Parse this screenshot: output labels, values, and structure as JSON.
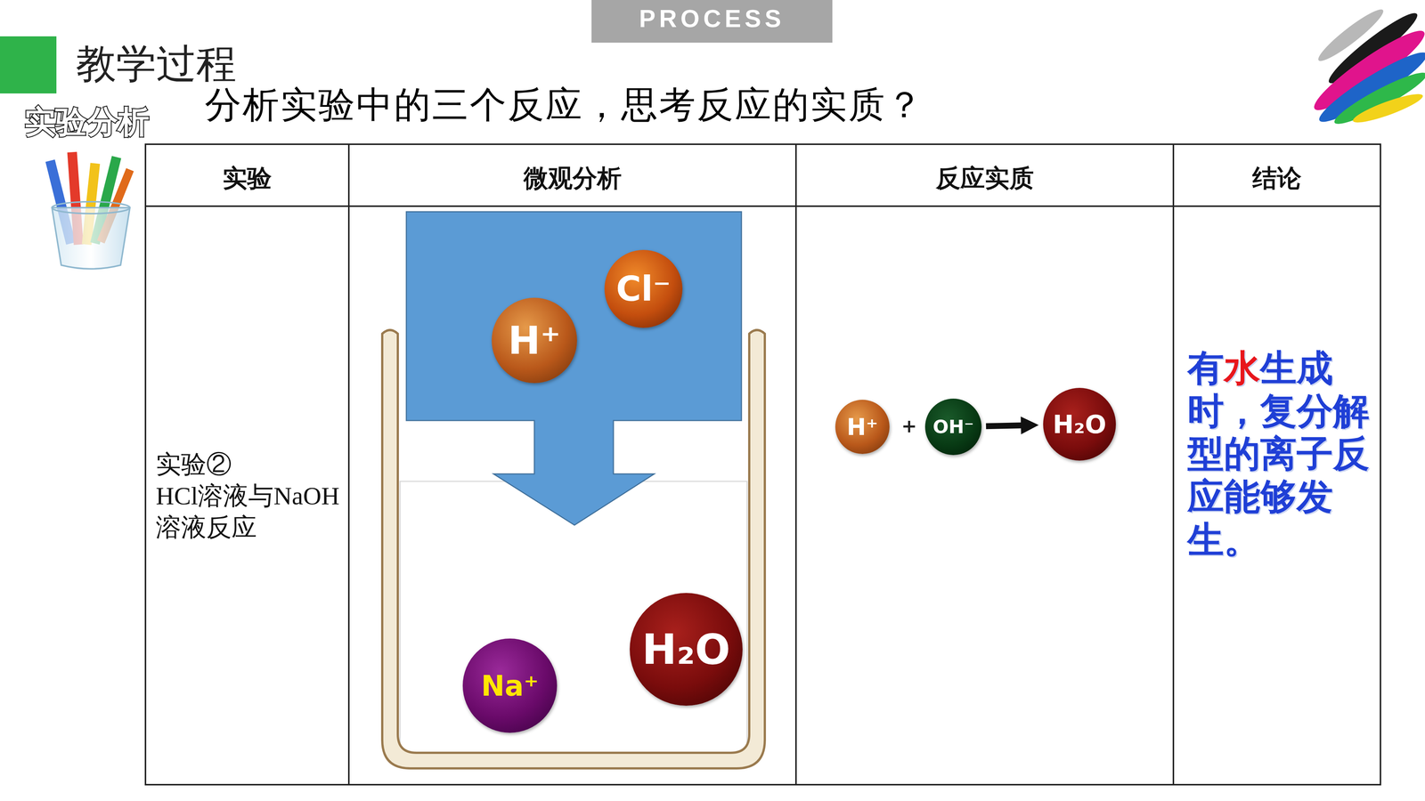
{
  "diagram": {
    "title": "分析实验中的三个反应，思考反应的实质？",
    "nodes": [
      {
        "text": [
          "Cl⁻"
        ]
      },
      {
        "text": [
          "H⁺"
        ]
      },
      {
        "text": [
          "H₂O"
        ]
      },
      {
        "text": [
          "Na⁺"
        ]
      },
      {
        "text": [
          "H⁺"
        ]
      },
      {
        "text": [
          "OH⁻"
        ]
      },
      {
        "text": [
          "H₂O"
        ]
      }
    ],
    "edges": [
      {
        "from": 5,
        "to": 6,
        "arrow": "to"
      }
    ],
    "labels": [
      "PROCESS",
      "教学过程",
      "实验分析",
      "实验",
      "微观分析",
      "反应实质",
      "结论",
      "实验②",
      "HCl溶液与NaOH溶液反应",
      "+",
      "有",
      "水",
      "生成时，复分解型的离子反应能够发生。"
    ]
  }
}
